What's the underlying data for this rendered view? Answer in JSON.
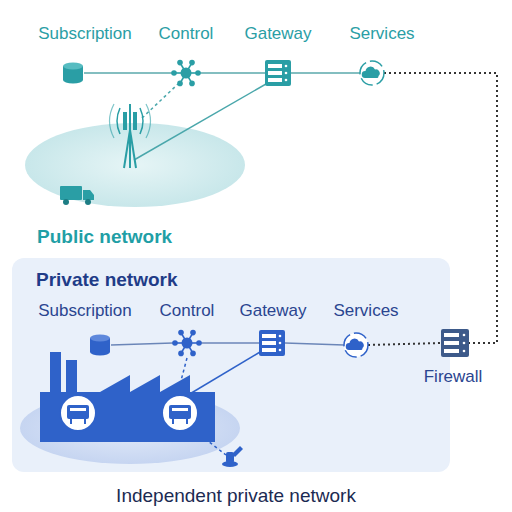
{
  "diagram": {
    "caption": "Independent private network",
    "nodes": [
      {
        "text": [
          "Subscription"
        ]
      },
      {
        "text": [
          "Control"
        ]
      },
      {
        "text": [
          "Gateway"
        ]
      },
      {
        "text": [
          "Services"
        ]
      },
      {
        "text": [
          "Private network"
        ]
      },
      {
        "text": [
          "Subscription"
        ],
        "in": 4
      },
      {
        "text": [
          "Control"
        ],
        "in": 4
      },
      {
        "text": [
          "Gateway"
        ],
        "in": 4
      },
      {
        "text": [
          "Services"
        ],
        "in": 4
      },
      {
        "text": [
          "Firewall"
        ]
      }
    ],
    "edges": [
      {
        "from": 0,
        "to": 1,
        "arrow": "none"
      },
      {
        "from": 1,
        "to": 2,
        "arrow": "none"
      },
      {
        "from": 2,
        "to": 3,
        "arrow": "none"
      },
      {
        "from": 3,
        "to": 9,
        "arrow": "none"
      },
      {
        "from": 5,
        "to": 6,
        "arrow": "none"
      },
      {
        "from": 6,
        "to": 7,
        "arrow": "none"
      },
      {
        "from": 7,
        "to": 8,
        "arrow": "none"
      },
      {
        "from": 8,
        "to": 9,
        "arrow": "none"
      }
    ],
    "labels": [
      "Public network"
    ]
  }
}
